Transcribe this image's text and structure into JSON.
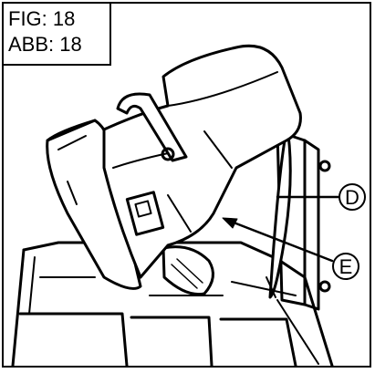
{
  "figure": {
    "fig_label": "FIG: 18",
    "abb_label": "ABB: 18"
  },
  "callouts": [
    {
      "letter": "D"
    },
    {
      "letter": "E"
    }
  ]
}
